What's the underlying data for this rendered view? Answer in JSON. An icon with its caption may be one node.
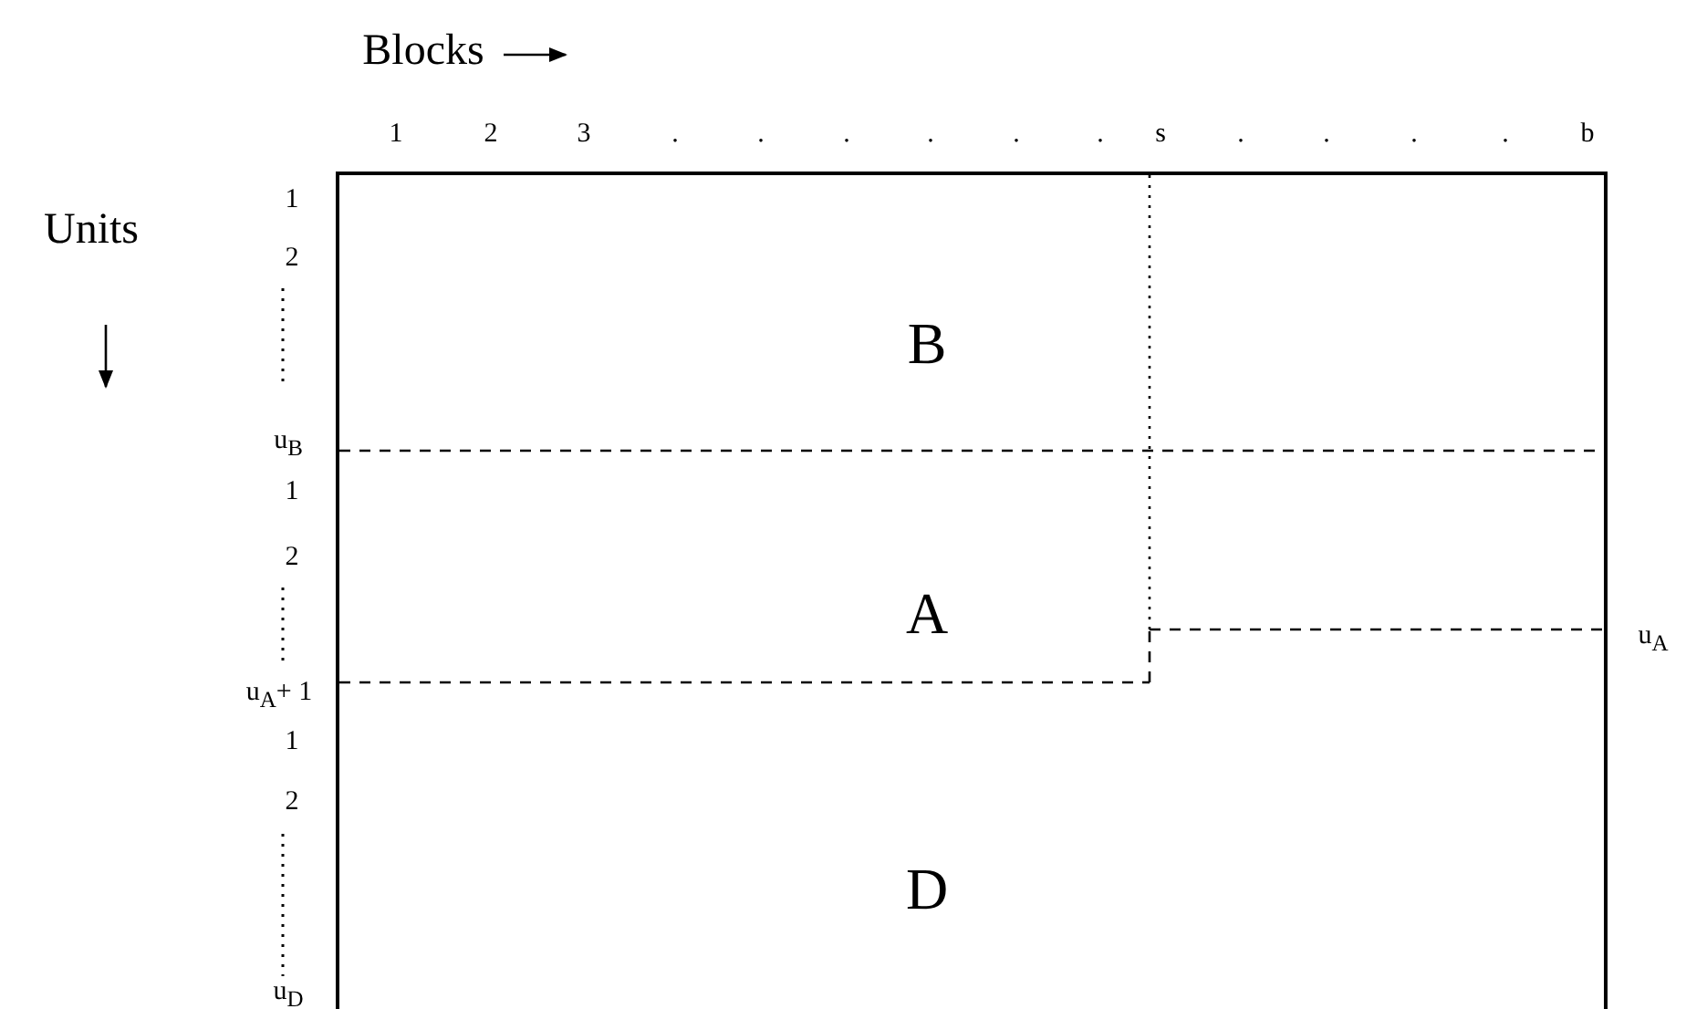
{
  "diagram": {
    "labels": [
      "Blocks",
      "1",
      "2",
      "3",
      ".",
      ".",
      ".",
      ".",
      ".",
      ".",
      "s",
      ".",
      ".",
      ".",
      ".",
      "b",
      "Units",
      "1",
      "2",
      "u$_{B}$",
      "1",
      "2",
      "u$_{A}$+ 1",
      "1",
      "2",
      "u$_{D}$",
      "B",
      "A",
      "u$_{A}$",
      "D"
    ]
  }
}
